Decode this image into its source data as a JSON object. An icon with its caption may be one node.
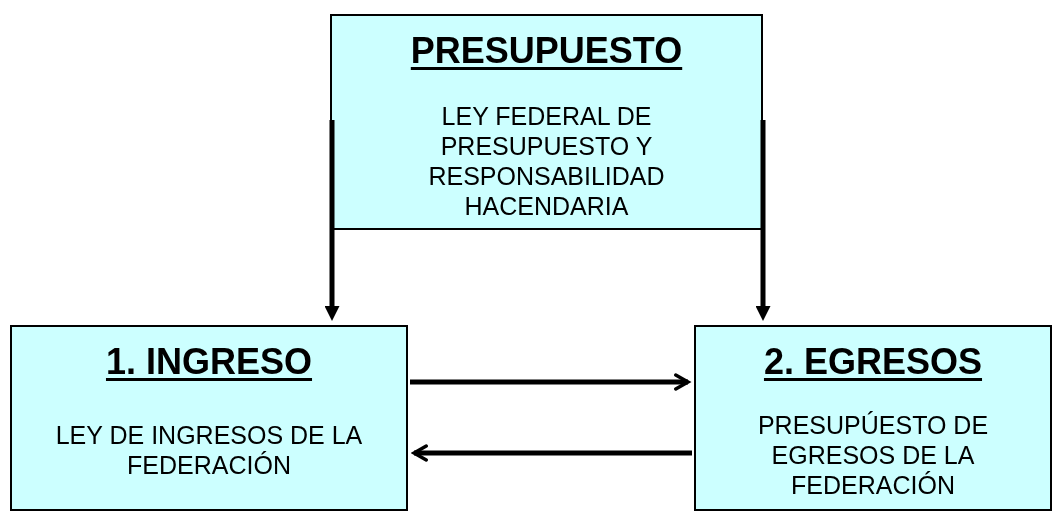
{
  "diagram": {
    "nodes": [
      {
        "text": [
          "PRESUPUESTO",
          "LEY FEDERAL DE PRESUPUESTO Y RESPONSABILIDAD HACENDARIA"
        ]
      },
      {
        "text": [
          "1. INGRESO",
          "LEY DE INGRESOS DE LA FEDERACIÓN"
        ]
      },
      {
        "text": [
          "2. EGRESOS",
          "PRESUPÚESTO DE EGRESOS DE LA FEDERACIÓN"
        ]
      }
    ],
    "edges": [
      {
        "from": 0,
        "to": 1,
        "arrow": "to"
      },
      {
        "from": 0,
        "to": 2,
        "arrow": "to"
      },
      {
        "from": 1,
        "to": 2,
        "arrow": "to"
      },
      {
        "from": 2,
        "to": 1,
        "arrow": "to"
      }
    ]
  }
}
